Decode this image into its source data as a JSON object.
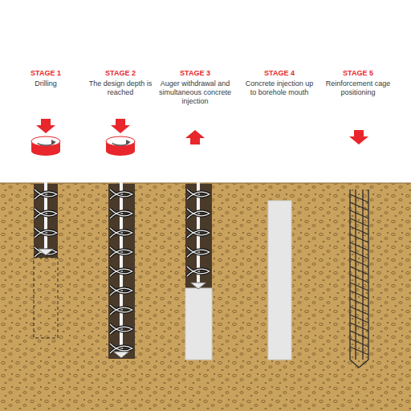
{
  "diagram": {
    "labels": [
      "STAGE 1",
      "Drilling",
      "STAGE 2",
      "The design depth is reached",
      "STAGE 3",
      "Auger withdrawal and simultaneous concrete injection",
      "STAGE 4",
      "Concrete injection up to borehole mouth",
      "STAGE 5",
      "Reinforcement cage positioning"
    ]
  }
}
